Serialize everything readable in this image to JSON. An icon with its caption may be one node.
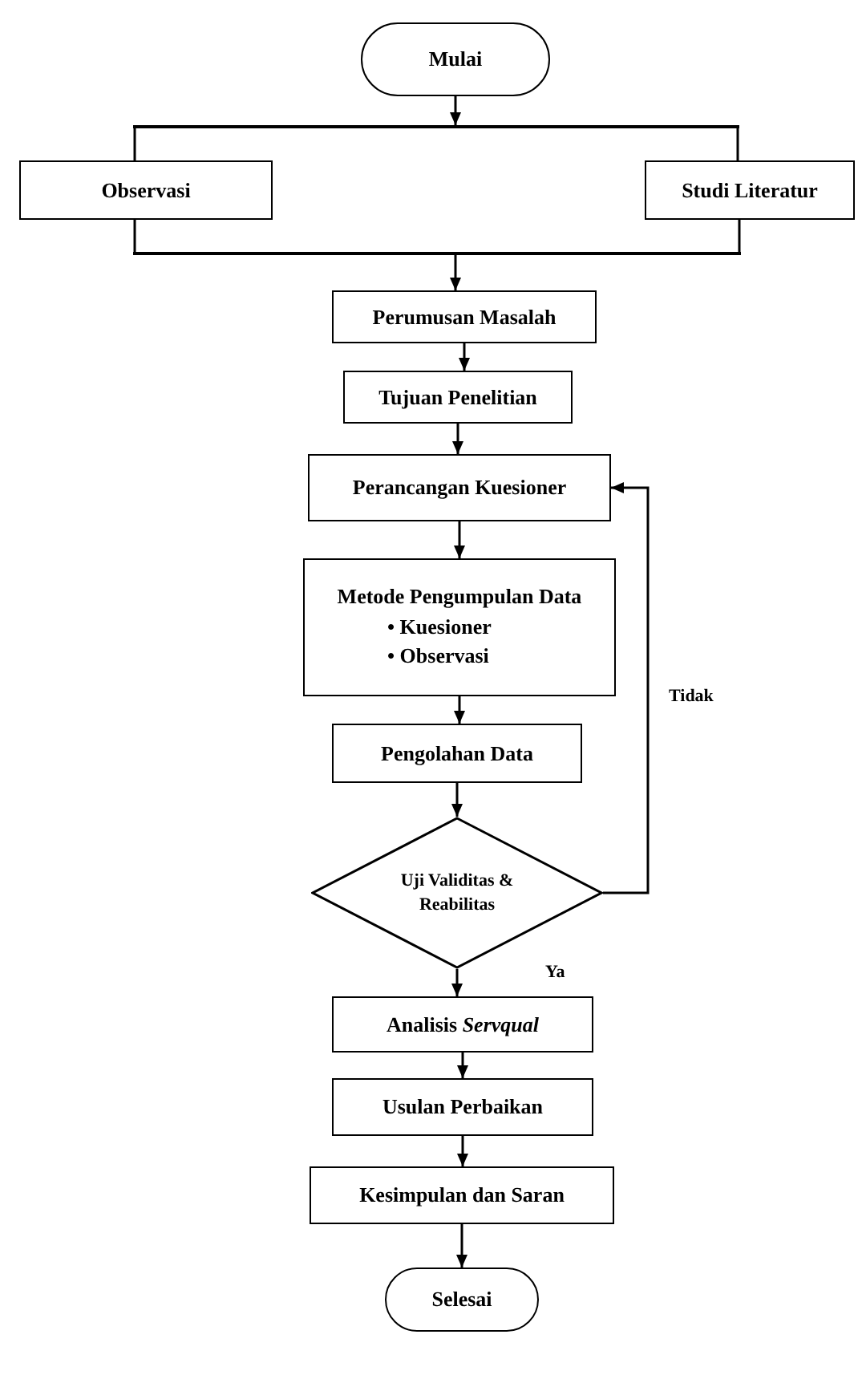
{
  "diagram": {
    "nodes": [
      {
        "text": [
          "Mulai"
        ]
      },
      {
        "text": [],
        "shape": "bar"
      },
      {
        "text": [
          "Observasi"
        ]
      },
      {
        "text": [
          "Studi Literatur"
        ]
      },
      {
        "text": [],
        "shape": "bar"
      },
      {
        "text": [
          "Perumusan Masalah"
        ]
      },
      {
        "text": [
          "Tujuan Penelitian"
        ]
      },
      {
        "text": [
          "Perancangan Kuesioner"
        ]
      },
      {
        "text": [
          "Metode Pengumpulan Data",
          "• Kuesioner",
          "• Observasi"
        ]
      },
      {
        "text": [
          "Pengolahan Data"
        ]
      },
      {
        "text": [
          "Uji Validitas & Reabilitas"
        ]
      },
      {
        "text": [
          "Analisis *Servqual*"
        ]
      },
      {
        "text": [
          "Usulan Perbaikan"
        ]
      },
      {
        "text": [
          "Kesimpulan dan Saran"
        ]
      },
      {
        "text": [
          "Selesai"
        ]
      }
    ],
    "edges": [
      {
        "from": 0,
        "to": 1,
        "arrow": "to"
      },
      {
        "from": 1,
        "to": 2,
        "arrow": "none"
      },
      {
        "from": 1,
        "to": 3,
        "arrow": "none"
      },
      {
        "from": 2,
        "to": 4,
        "arrow": "none"
      },
      {
        "from": 3,
        "to": 4,
        "arrow": "none"
      },
      {
        "from": 4,
        "to": 5,
        "arrow": "to"
      },
      {
        "from": 5,
        "to": 6,
        "arrow": "to"
      },
      {
        "from": 6,
        "to": 7,
        "arrow": "to"
      },
      {
        "from": 7,
        "to": 8,
        "arrow": "to"
      },
      {
        "from": 8,
        "to": 9,
        "arrow": "to"
      },
      {
        "from": 9,
        "to": 10,
        "arrow": "to"
      },
      {
        "from": 10,
        "to": 11,
        "label": "Ya",
        "arrow": "to"
      },
      {
        "from": 11,
        "to": 12,
        "arrow": "to"
      },
      {
        "from": 12,
        "to": 13,
        "arrow": "to"
      },
      {
        "from": 13,
        "to": 14,
        "arrow": "to"
      },
      {
        "from": 10,
        "to": 7,
        "label": "Tidak",
        "arrow": "to"
      }
    ]
  }
}
